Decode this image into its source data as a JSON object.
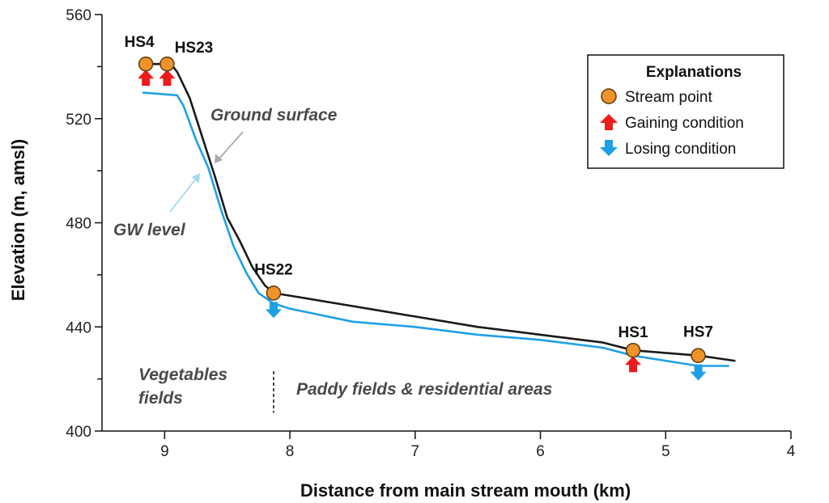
{
  "chart_data": {
    "type": "line",
    "xlabel": "Distance from main stream mouth (km)",
    "ylabel": "Elevation (m, amsl)",
    "xlim": [
      9.5,
      4.0
    ],
    "ylim": [
      400,
      560
    ],
    "x_reversed": true,
    "x_ticks": [
      9,
      8,
      7,
      6,
      5,
      4
    ],
    "y_ticks": [
      400,
      440,
      480,
      520,
      560
    ],
    "series": [
      {
        "name": "Ground surface",
        "color": "#1a1a1a",
        "points": [
          [
            9.2,
            541
          ],
          [
            8.95,
            541
          ],
          [
            8.9,
            538
          ],
          [
            8.8,
            528
          ],
          [
            8.7,
            513
          ],
          [
            8.6,
            498
          ],
          [
            8.5,
            482
          ],
          [
            8.4,
            473
          ],
          [
            8.3,
            463
          ],
          [
            8.2,
            456
          ],
          [
            8.13,
            453
          ],
          [
            8.0,
            452
          ],
          [
            7.5,
            448
          ],
          [
            7.0,
            444
          ],
          [
            6.5,
            440
          ],
          [
            6.0,
            437
          ],
          [
            5.5,
            434
          ],
          [
            5.26,
            431
          ],
          [
            5.0,
            430
          ],
          [
            4.74,
            429
          ],
          [
            4.45,
            427
          ]
        ]
      },
      {
        "name": "GW level",
        "color": "#1ea0e6",
        "points": [
          [
            9.17,
            530
          ],
          [
            8.9,
            529
          ],
          [
            8.85,
            525
          ],
          [
            8.75,
            512
          ],
          [
            8.65,
            501
          ],
          [
            8.55,
            485
          ],
          [
            8.45,
            471
          ],
          [
            8.35,
            461
          ],
          [
            8.25,
            453
          ],
          [
            8.13,
            449
          ],
          [
            8.0,
            447
          ],
          [
            7.5,
            442
          ],
          [
            7.0,
            440
          ],
          [
            6.5,
            437
          ],
          [
            6.0,
            435
          ],
          [
            5.5,
            432
          ],
          [
            5.26,
            429
          ],
          [
            5.0,
            427
          ],
          [
            4.74,
            425
          ],
          [
            4.5,
            425
          ]
        ]
      }
    ],
    "stream_points": [
      {
        "name": "HS4",
        "x": 9.15,
        "y": 541,
        "condition": "gaining"
      },
      {
        "name": "HS23",
        "x": 8.98,
        "y": 541,
        "condition": "gaining"
      },
      {
        "name": "HS22",
        "x": 8.13,
        "y": 453,
        "condition": "losing"
      },
      {
        "name": "HS1",
        "x": 5.26,
        "y": 431,
        "condition": "gaining"
      },
      {
        "name": "HS7",
        "x": 4.74,
        "y": 429,
        "condition": "losing"
      }
    ],
    "annotations": {
      "ground_surface": "Ground surface",
      "gw_level": "GW level",
      "vegetables_line1": "Vegetables",
      "vegetables_line2": "fields",
      "paddy": "Paddy fields & residential areas",
      "divider_x": 8.13
    },
    "legend": {
      "position": "top-right",
      "title": "Explanations",
      "items": [
        {
          "label": "Stream point",
          "symbol": "circle",
          "color": "#f0922a"
        },
        {
          "label": "Gaining condition",
          "symbol": "up-arrow",
          "color": "#ee1c1c"
        },
        {
          "label": "Losing condition",
          "symbol": "down-arrow",
          "color": "#1ea0e6"
        }
      ]
    },
    "grid": false
  }
}
